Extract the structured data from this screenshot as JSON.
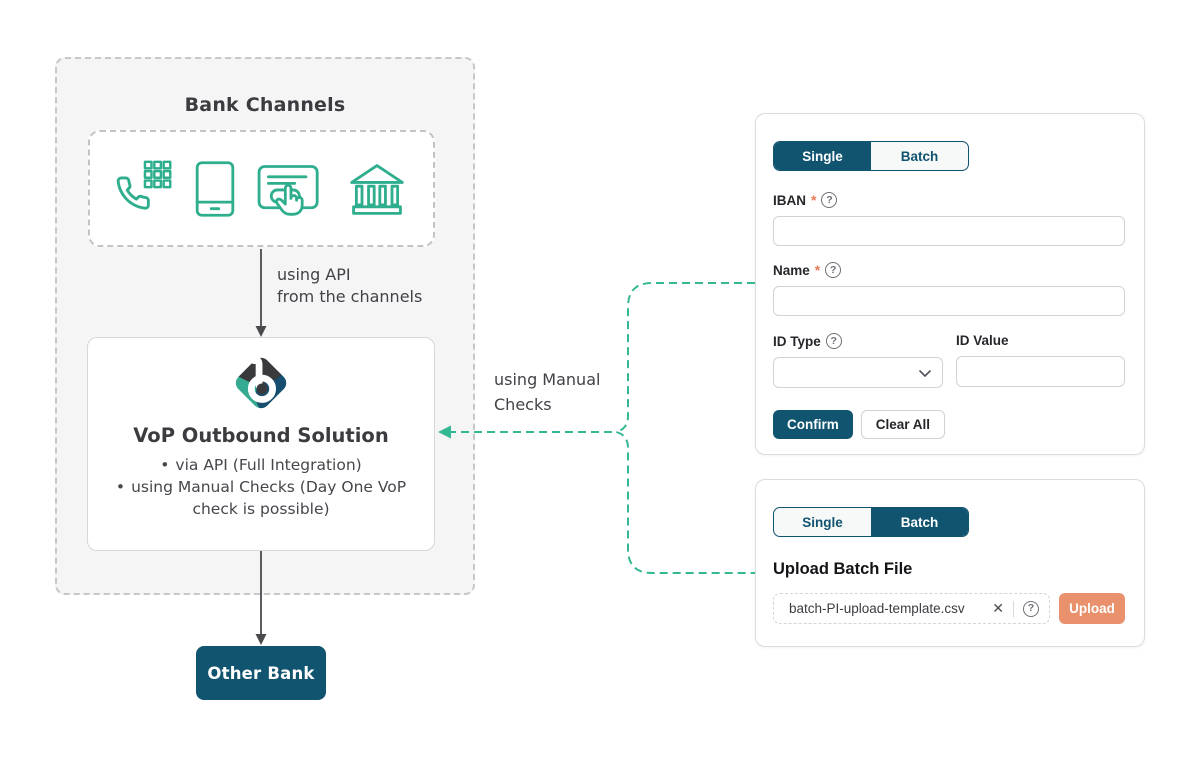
{
  "diagram": {
    "bank_channels": {
      "title": "Bank Channels",
      "icons": [
        "phone-keypad-icon",
        "mobile-icon",
        "card-terminal-icon",
        "bank-building-icon"
      ]
    },
    "api_label": {
      "line1": "using API",
      "line2": "from the channels"
    },
    "vop_box": {
      "title": "VoP Outbound Solution",
      "bullets": [
        "via API (Full Integration)",
        "using Manual Checks (Day One VoP check is possible)"
      ]
    },
    "manual_checks_label": {
      "line1": "using Manual",
      "line2": "Checks"
    },
    "other_bank_label": "Other Bank"
  },
  "single_panel": {
    "tabs": {
      "single": {
        "label": "Single",
        "active": true
      },
      "batch": {
        "label": "Batch",
        "active": false
      }
    },
    "fields": {
      "iban": {
        "label": "IBAN",
        "required": true,
        "value": ""
      },
      "name": {
        "label": "Name",
        "required": true,
        "value": ""
      },
      "id_type": {
        "label": "ID Type",
        "required": false,
        "value": ""
      },
      "id_value": {
        "label": "ID Value",
        "required": false,
        "value": ""
      }
    },
    "buttons": {
      "confirm": "Confirm",
      "clear_all": "Clear All"
    }
  },
  "batch_panel": {
    "tabs": {
      "single": {
        "label": "Single",
        "active": false
      },
      "batch": {
        "label": "Batch",
        "active": true
      }
    },
    "heading": "Upload Batch File",
    "file_name": "batch-PI-upload-template.csv",
    "upload_label": "Upload"
  },
  "glyphs": {
    "required": "*",
    "help": "?",
    "close": "✕",
    "bullet": "•"
  },
  "colors": {
    "navy": "#115470",
    "brand_green": "#2fae8e",
    "connector_teal": "#34b793",
    "salmon": "#e8916c",
    "diagram_text": "#424248"
  }
}
